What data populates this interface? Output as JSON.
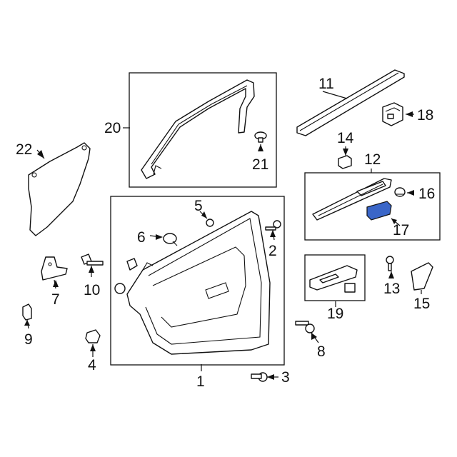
{
  "callouts": [
    {
      "id": "1",
      "text": "1"
    },
    {
      "id": "2",
      "text": "2"
    },
    {
      "id": "3",
      "text": "3"
    },
    {
      "id": "4",
      "text": "4"
    },
    {
      "id": "5",
      "text": "5"
    },
    {
      "id": "6",
      "text": "6"
    },
    {
      "id": "7",
      "text": "7"
    },
    {
      "id": "8",
      "text": "8"
    },
    {
      "id": "9",
      "text": "9"
    },
    {
      "id": "10",
      "text": "10"
    },
    {
      "id": "11",
      "text": "11"
    },
    {
      "id": "12",
      "text": "12"
    },
    {
      "id": "13",
      "text": "13"
    },
    {
      "id": "14",
      "text": "14"
    },
    {
      "id": "15",
      "text": "15"
    },
    {
      "id": "16",
      "text": "16"
    },
    {
      "id": "17",
      "text": "17"
    },
    {
      "id": "18",
      "text": "18"
    },
    {
      "id": "19",
      "text": "19"
    },
    {
      "id": "20",
      "text": "20"
    },
    {
      "id": "21",
      "text": "21"
    },
    {
      "id": "22",
      "text": "22"
    }
  ],
  "colors": {
    "highlight": "#3a66c8",
    "line": "#111111",
    "background": "#ffffff"
  }
}
